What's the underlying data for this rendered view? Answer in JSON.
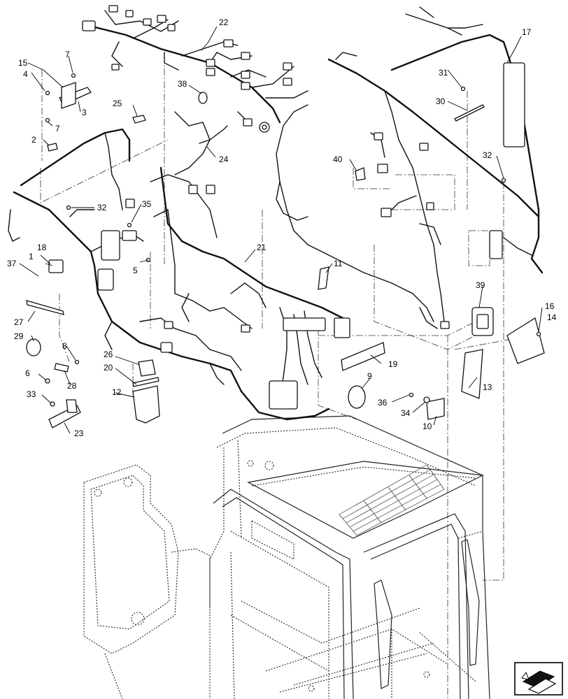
{
  "callouts": [
    {
      "id": "c1",
      "label": "1"
    },
    {
      "id": "c2",
      "label": "2"
    },
    {
      "id": "c3",
      "label": "3"
    },
    {
      "id": "c4",
      "label": "4"
    },
    {
      "id": "c5",
      "label": "5"
    },
    {
      "id": "c6",
      "label": "6"
    },
    {
      "id": "c7a",
      "label": "7"
    },
    {
      "id": "c7b",
      "label": "7"
    },
    {
      "id": "c8",
      "label": "8"
    },
    {
      "id": "c9",
      "label": "9"
    },
    {
      "id": "c10",
      "label": "10"
    },
    {
      "id": "c11",
      "label": "11"
    },
    {
      "id": "c12",
      "label": "12"
    },
    {
      "id": "c13",
      "label": "13"
    },
    {
      "id": "c14",
      "label": "14"
    },
    {
      "id": "c15",
      "label": "15"
    },
    {
      "id": "c16",
      "label": "16"
    },
    {
      "id": "c17",
      "label": "17"
    },
    {
      "id": "c18",
      "label": "18"
    },
    {
      "id": "c19",
      "label": "19"
    },
    {
      "id": "c20",
      "label": "20"
    },
    {
      "id": "c21",
      "label": "21"
    },
    {
      "id": "c22",
      "label": "22"
    },
    {
      "id": "c23",
      "label": "23"
    },
    {
      "id": "c24",
      "label": "24"
    },
    {
      "id": "c25",
      "label": "25"
    },
    {
      "id": "c26",
      "label": "26"
    },
    {
      "id": "c27",
      "label": "27"
    },
    {
      "id": "c28",
      "label": "28"
    },
    {
      "id": "c29",
      "label": "29"
    },
    {
      "id": "c30",
      "label": "30"
    },
    {
      "id": "c31",
      "label": "31"
    },
    {
      "id": "c32a",
      "label": "32"
    },
    {
      "id": "c32b",
      "label": "32"
    },
    {
      "id": "c33",
      "label": "33"
    },
    {
      "id": "c34",
      "label": "34"
    },
    {
      "id": "c35",
      "label": "35"
    },
    {
      "id": "c36",
      "label": "36"
    },
    {
      "id": "c37",
      "label": "37"
    },
    {
      "id": "c38",
      "label": "38"
    },
    {
      "id": "c39",
      "label": "39"
    },
    {
      "id": "c40",
      "label": "40"
    }
  ],
  "icons": {
    "view-direction": "view-direction-arrow-icon"
  }
}
